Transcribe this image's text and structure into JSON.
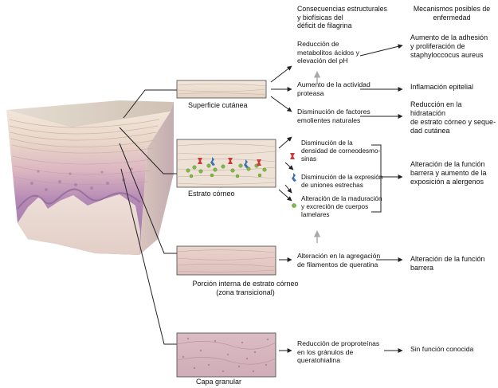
{
  "headers": {
    "consequences": "Consecuencias estructurales\ny biofísicas del\ndéficit de filagrina",
    "mechanisms": "Mecanismos posibles de\nenfermedad"
  },
  "layers": {
    "surface": "Superficie cutánea",
    "stratum_corneum": "Estrato córneo",
    "inner_corneum": "Porción interna de estrato córneo\n(zona transicional)",
    "granular": "Capa granular"
  },
  "consequences": {
    "acid_metabolites": "Reducción de\nmetabolitos ácidos y\nelevación del pH",
    "protease": "Aumento de la actividad\nproteasa",
    "emollients": "Disminución de factores\nemolientes naturales",
    "corneodesmosines": "Disminución de la\ndensidad de corneodesmo-\nsinas",
    "tight_junctions": "Disminución de la expresión\nde uniones estrechas",
    "lamellar": "Alteración de la maduración\ny excreción de cuerpos\nlamelares",
    "keratin": "Alteración en la agregación\nde filamentos de queratina",
    "proproteins": "Reducción de proproteínas\nen los gránulos de\nqueratohialina"
  },
  "mechanisms": {
    "staph": "Aumento de la adhesión\ny proliferación de\nstaphyloccocus aureus",
    "inflammation": "Inflamación epitelial",
    "hydration": "Reducción en la hidratación\nde estrato córneo y seque-\ndad cutánea",
    "barrier_allergens": "Alteración de la función\nbarrera y aumento de la\nexposición a alergenos",
    "barrier": "Alteración de la función\nbarrera",
    "unknown": "Sin función conocida"
  },
  "colors": {
    "line": "#222222",
    "grey_arrow": "#a8a8a8",
    "skin_light": "#efe3d6",
    "skin_mid": "#e2c9bd",
    "skin_pink": "#d9a9b8",
    "skin_purple": "#a97fac",
    "granule_green": "#7db84a",
    "marker_red": "#cc3a3a",
    "marker_blue": "#3f6fb3"
  }
}
